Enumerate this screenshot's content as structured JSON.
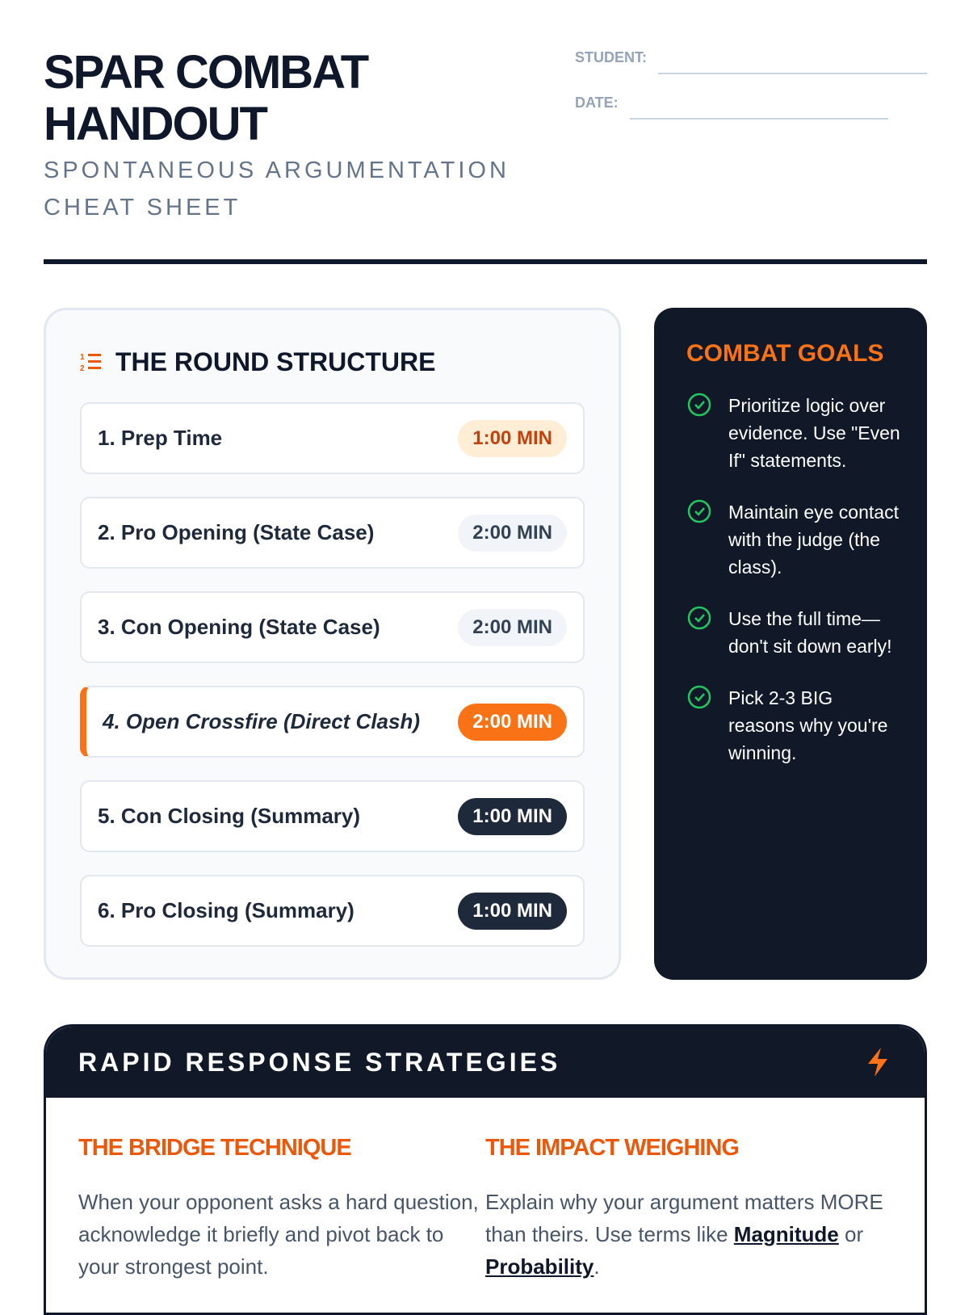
{
  "header": {
    "title": "SPAR COMBAT HANDOUT",
    "subtitle": "SPONTANEOUS ARGUMENTATION CHEAT SHEET",
    "student_label": "STUDENT:",
    "date_label": "DATE:"
  },
  "round": {
    "title": "THE ROUND STRUCTURE",
    "items": [
      {
        "label": "1. Prep Time",
        "time": "1:00 MIN"
      },
      {
        "label": "2. Pro Opening (State Case)",
        "time": "2:00 MIN"
      },
      {
        "label": "3. Con Opening (State Case)",
        "time": "2:00 MIN"
      },
      {
        "label": "4. Open Crossfire (Direct Clash)",
        "time": "2:00 MIN"
      },
      {
        "label": "5. Con Closing (Summary)",
        "time": "1:00 MIN"
      },
      {
        "label": "6. Pro Closing (Summary)",
        "time": "1:00 MIN"
      }
    ]
  },
  "goals": {
    "title": "COMBAT GOALS",
    "items": [
      "Prioritize logic over evidence. Use \"Even If\" statements.",
      "Maintain eye contact with the judge (the class).",
      "Use the full time—don't sit down early!",
      "Pick 2-3 BIG reasons why you're winning."
    ]
  },
  "rapid": {
    "title": "RAPID RESPONSE STRATEGIES",
    "bridge": {
      "title": "THE BRIDGE TECHNIQUE",
      "text": "When your opponent asks a hard question, acknowledge it briefly and pivot back to your strongest point."
    },
    "impact": {
      "title": "THE IMPACT WEIGHING",
      "text_before": "Explain why your argument matters MORE than theirs. Use terms like ",
      "term1": "Magnitude",
      "or": " or ",
      "term2": "Probability",
      "end": "."
    }
  },
  "colors": {
    "accent": "#f97316",
    "dark": "#111827"
  }
}
